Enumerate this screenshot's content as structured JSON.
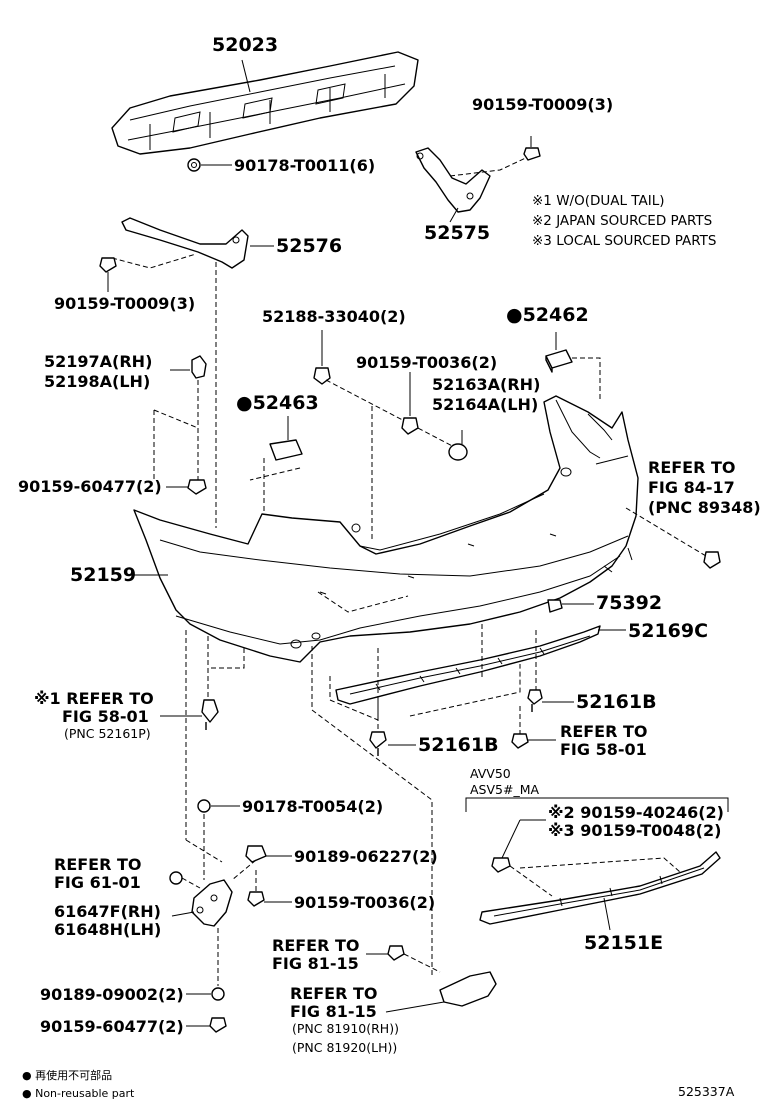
{
  "labels": {
    "p52023": "52023",
    "p90178_t0011": "90178-T0011(6)",
    "p90159_t0009_top": "90159-T0009(3)",
    "p52575": "52575",
    "p52576": "52576",
    "p90159_t0009_left": "90159-T0009(3)",
    "p52188": "52188-33040(2)",
    "p52462": "●52462",
    "p52197a": "52197A(RH)",
    "p52198a": "52198A(LH)",
    "p90159_t0036_top": "90159-T0036(2)",
    "p52163a": "52163A(RH)",
    "p52164a": "52164A(LH)",
    "p52463": "●52463",
    "p90159_60477_top": "90159-60477(2)",
    "p52159": "52159",
    "p75392": "75392",
    "p52169c": "52169C",
    "p52161b_right": "52161B",
    "p52161b_mid": "52161B",
    "p90178_t0054": "90178-T0054(2)",
    "p90189_06227": "90189-06227(2)",
    "p90159_t0036_bot": "90159-T0036(2)",
    "p61647f": "61647F(RH)",
    "p61648h": "61648H(LH)",
    "p90189_09002": "90189-09002(2)",
    "p90159_60477_bot": "90159-60477(2)",
    "p90159_40246": "※2 90159-40246(2)",
    "p90159_t0048": "※3 90159-T0048(2)",
    "p52151e": "52151E"
  },
  "notes": {
    "n1": "※1 W/O(DUAL TAIL)",
    "n2": "※2 JAPAN SOURCED PARTS",
    "n3": "※3 LOCAL SOURCED PARTS"
  },
  "refers": {
    "fig84_l1": "REFER TO",
    "fig84_l2": "FIG 84-17",
    "fig84_l3": "(PNC 89348)",
    "fig58a_l1": "※1 REFER TO",
    "fig58a_l2": "FIG 58-01",
    "fig58a_l3": "(PNC 52161P)",
    "fig58b_l1": "REFER TO",
    "fig58b_l2": "FIG 58-01",
    "fig61_l1": "REFER TO",
    "fig61_l2": "FIG 61-01",
    "fig81a_l1": "REFER TO",
    "fig81a_l2": "FIG 81-15",
    "fig81b_l1": "REFER TO",
    "fig81b_l2": "FIG 81-15",
    "fig81b_l3": "(PNC 81910(RH))",
    "fig81b_l4": "(PNC 81920(LH))"
  },
  "models": {
    "m1": "AVV50",
    "m2": "ASV5#_MA"
  },
  "footer": {
    "legend_jp": "● 再使用不可部品",
    "legend_en": "● Non-reusable part",
    "code": "525337A"
  }
}
